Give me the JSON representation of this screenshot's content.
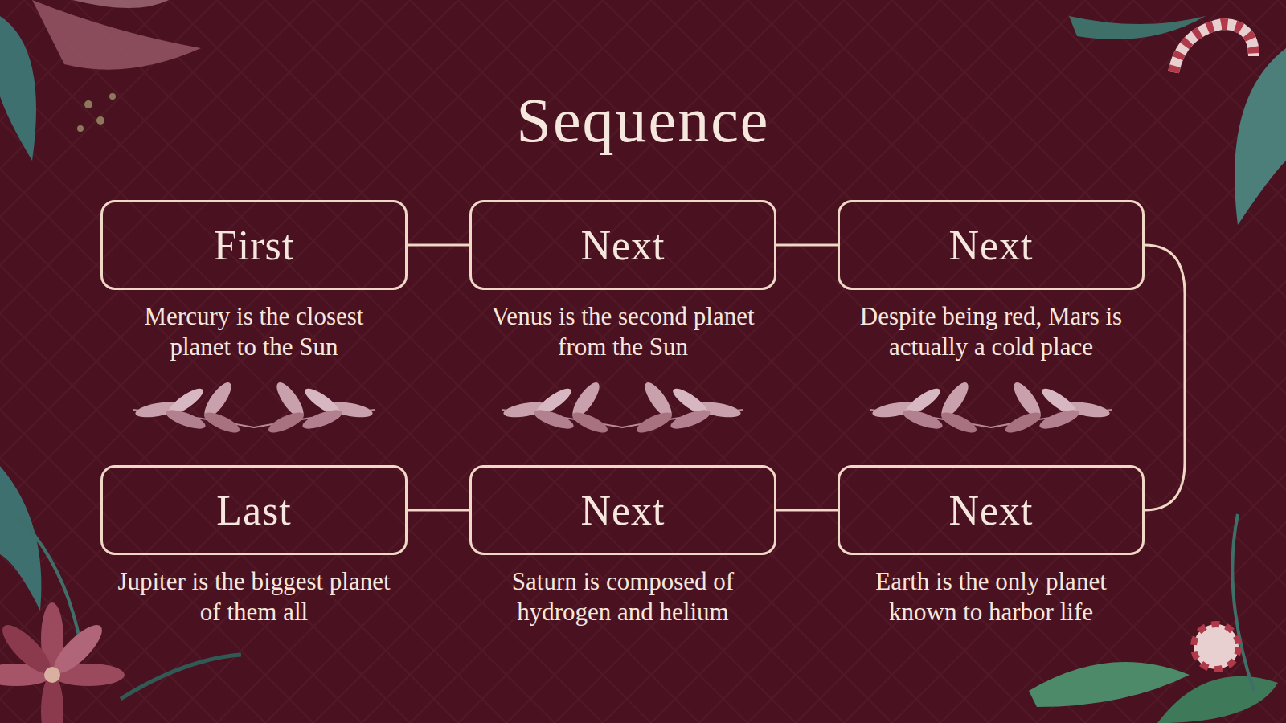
{
  "diagram": {
    "title": "Sequence",
    "nodes": [
      {
        "text": [
          "First",
          "Mercury is the closest planet to the Sun"
        ]
      },
      {
        "text": [
          "Next",
          "Venus is the second planet from the Sun"
        ]
      },
      {
        "text": [
          "Next",
          "Despite being red, Mars is actually a cold place"
        ]
      },
      {
        "text": [
          "Next",
          "Earth is the only planet known to harbor life"
        ]
      },
      {
        "text": [
          "Next",
          "Saturn is composed of hydrogen and helium"
        ]
      },
      {
        "text": [
          "Last",
          "Jupiter is the biggest planet of them all"
        ]
      }
    ],
    "edges": [
      {
        "from": 0,
        "to": 1,
        "arrow": "none"
      },
      {
        "from": 1,
        "to": 2,
        "arrow": "none"
      },
      {
        "from": 2,
        "to": 3,
        "arrow": "none"
      },
      {
        "from": 3,
        "to": 4,
        "arrow": "none"
      },
      {
        "from": 4,
        "to": 5,
        "arrow": "none"
      }
    ]
  }
}
